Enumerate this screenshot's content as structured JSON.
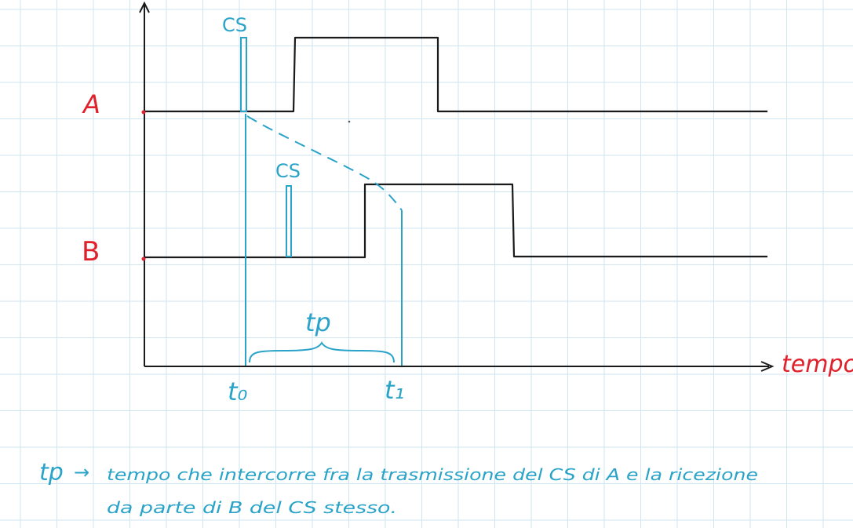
{
  "colors": {
    "grid": "#cfe6f2",
    "ink": "#1a1a1a",
    "blue": "#2aa3c9",
    "red": "#e0202a"
  },
  "labels": {
    "signal_a": "A",
    "signal_b": "B",
    "axis_label": "tempo",
    "cs_a": "CS",
    "cs_b": "CS",
    "t0": "t₀",
    "t1": "t₁",
    "tp": "tp"
  },
  "note": {
    "line1_symbol": "tp",
    "line1_arrow": "→",
    "line1_text": "tempo che intercorre fra la trasmissione del CS di A e la ricezione",
    "line2_text": "da parte di B del CS stesso."
  }
}
